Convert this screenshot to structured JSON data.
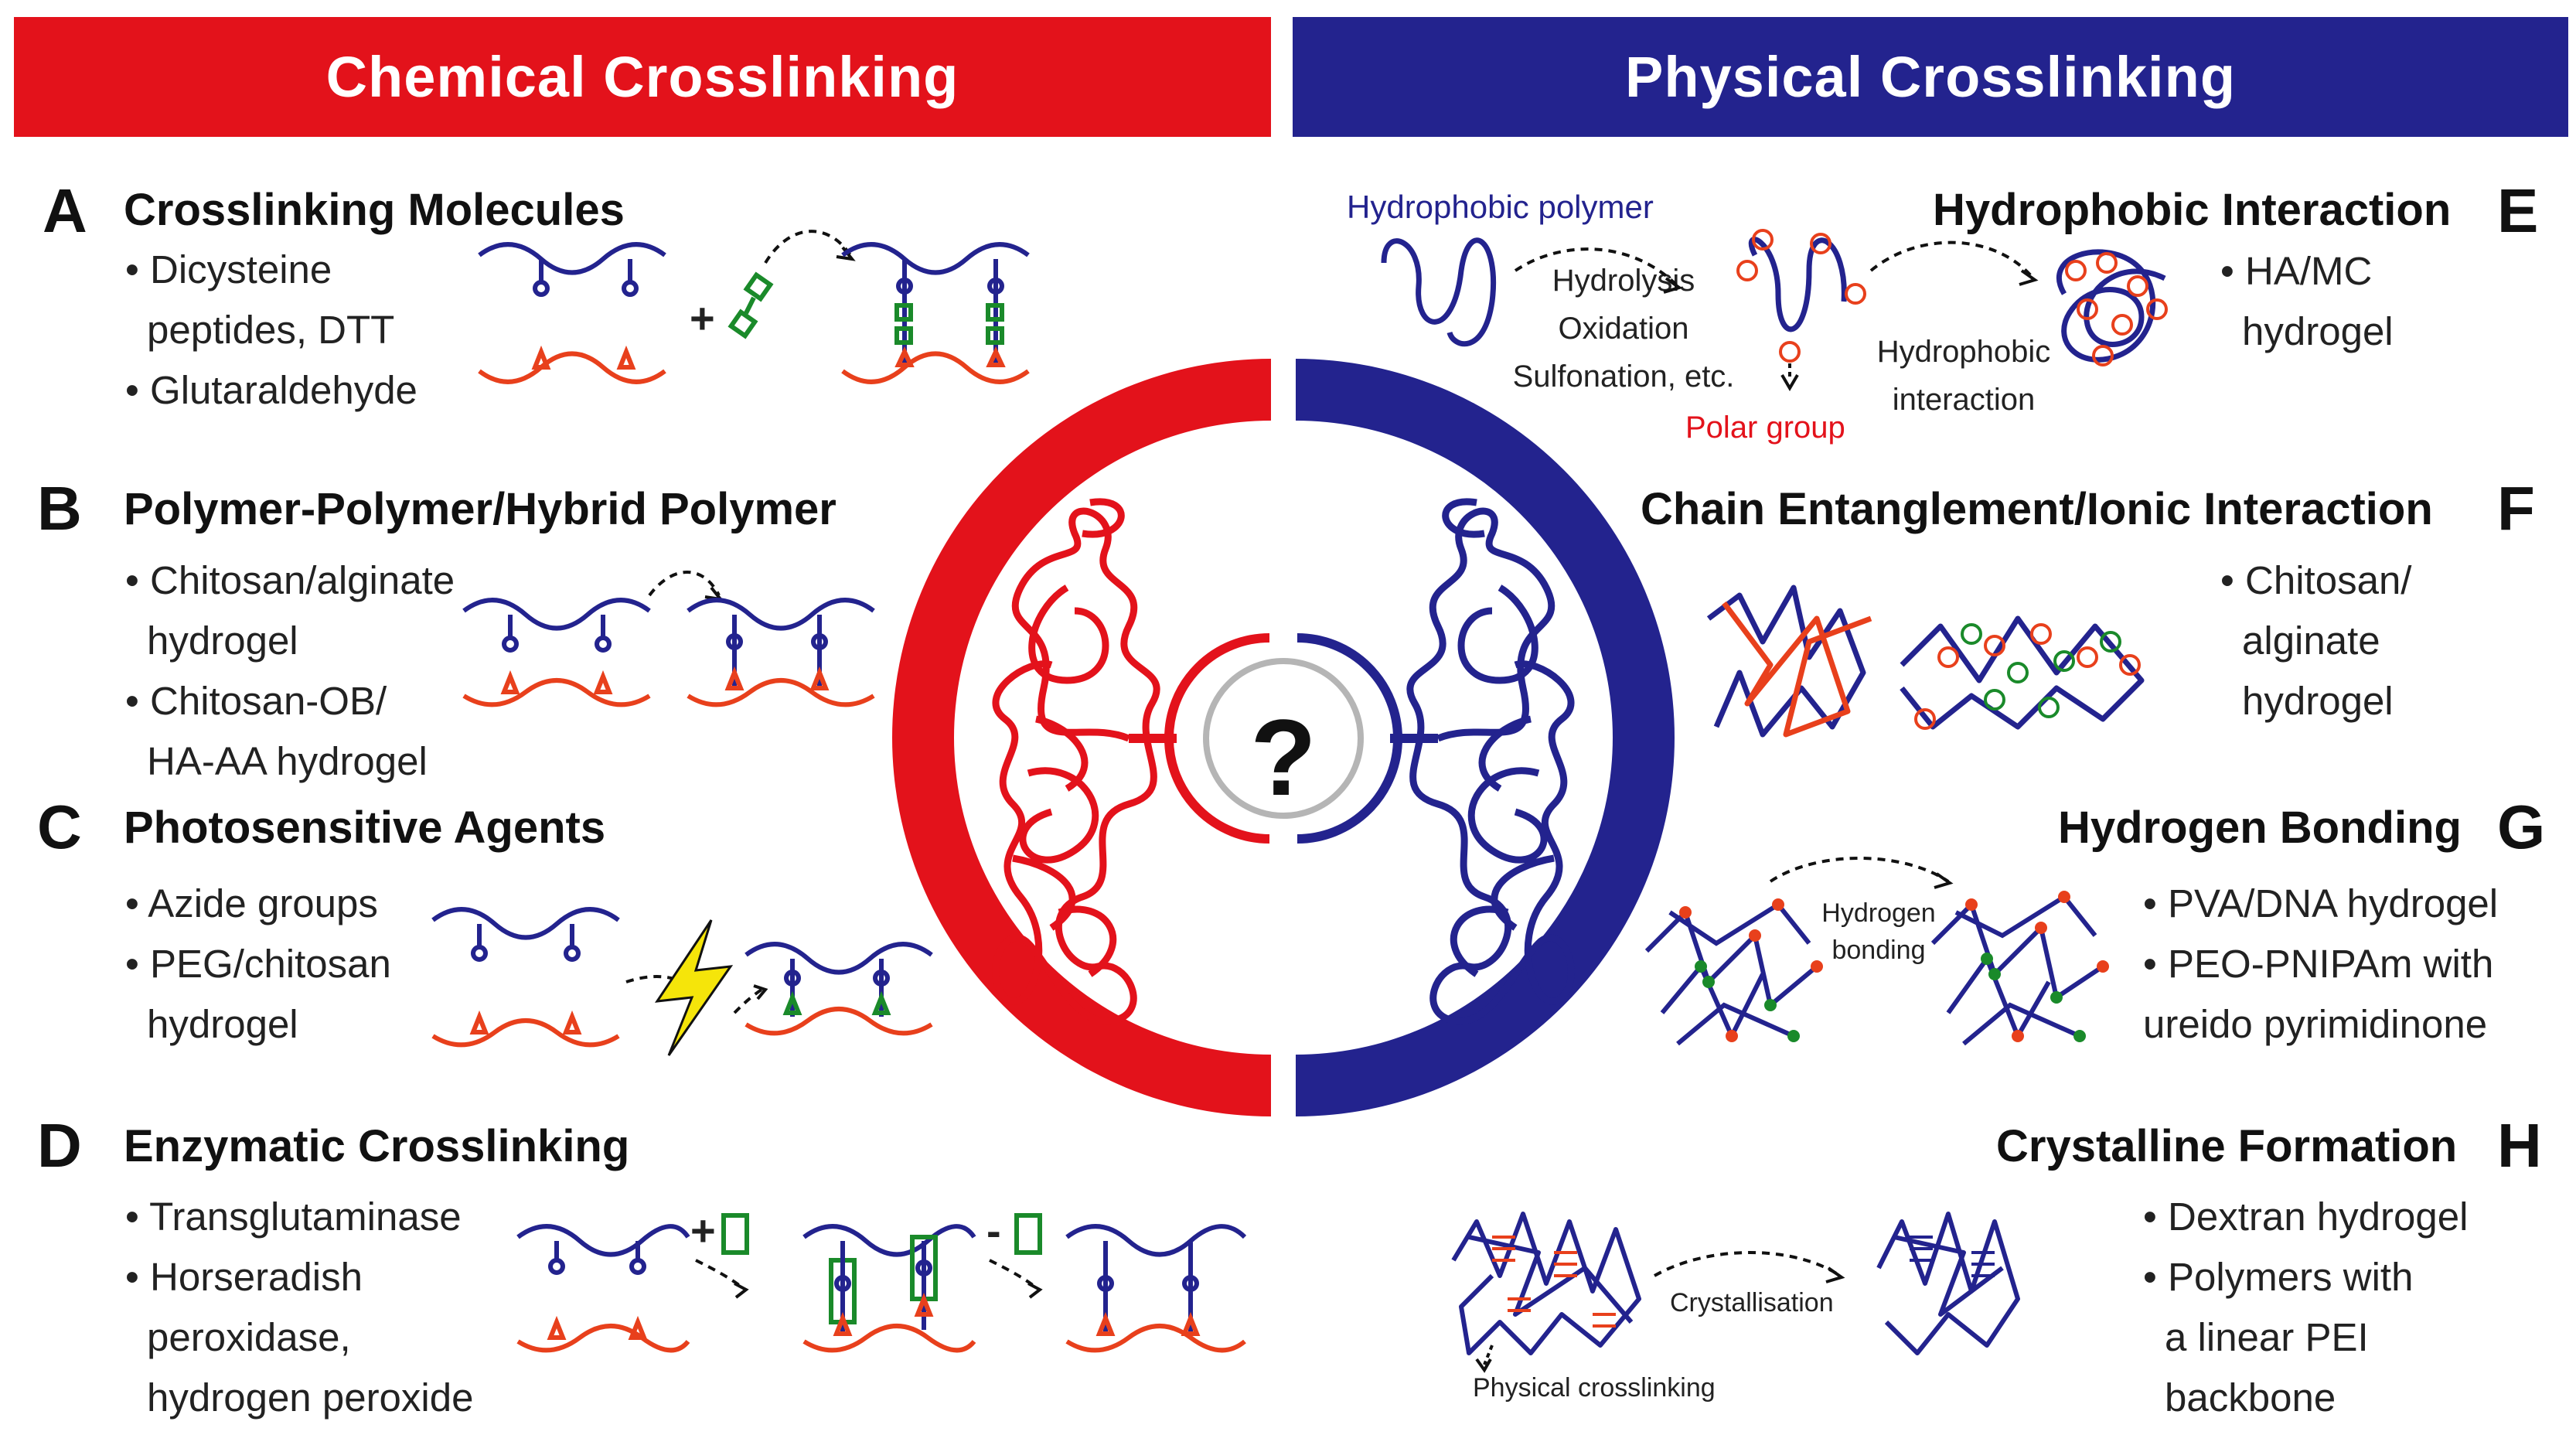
{
  "headers": {
    "left": "Chemical Crosslinking",
    "right": "Physical Crosslinking"
  },
  "center": {
    "question_mark": "?"
  },
  "panels": {
    "A": {
      "letter": "A",
      "title": "Crosslinking Molecules",
      "items": [
        "• Dicysteine",
        "peptides, DTT",
        "• Glutaraldehyde"
      ],
      "plus": "+"
    },
    "B": {
      "letter": "B",
      "title": "Polymer-Polymer/Hybrid Polymer",
      "items": [
        "• Chitosan/alginate",
        "hydrogel",
        "• Chitosan-OB/",
        "HA-AA hydrogel"
      ]
    },
    "C": {
      "letter": "C",
      "title": "Photosensitive Agents",
      "items": [
        "• Azide groups",
        "• PEG/chitosan",
        "hydrogel"
      ]
    },
    "D": {
      "letter": "D",
      "title": "Enzymatic Crosslinking",
      "items": [
        "• Transglutaminase",
        "• Horseradish",
        "peroxidase,",
        "hydrogen peroxide"
      ],
      "plus": "+",
      "minus": "-"
    },
    "E": {
      "letter": "E",
      "title": "Hydrophobic Interaction",
      "items": [
        "• HA/MC",
        "hydrogel"
      ],
      "label_polymer": "Hydrophobic polymer",
      "label_process": [
        "Hydrolysis",
        "Oxidation",
        "Sulfonation, etc."
      ],
      "label_polar": "Polar group",
      "label_interaction": [
        "Hydrophobic",
        "interaction"
      ]
    },
    "F": {
      "letter": "F",
      "title": "Chain Entanglement/Ionic Interaction",
      "items": [
        "• Chitosan/",
        "alginate",
        "hydrogel"
      ]
    },
    "G": {
      "letter": "G",
      "title": "Hydrogen Bonding",
      "items": [
        "• PVA/DNA hydrogel",
        "• PEO-PNIPAm with",
        "ureido pyrimidinone"
      ],
      "label_bonding": [
        "Hydrogen",
        "bonding"
      ]
    },
    "H": {
      "letter": "H",
      "title": "Crystalline Formation",
      "items": [
        "• Dextran  hydrogel",
        "• Polymers with",
        "a linear PEI",
        "backbone"
      ],
      "label_cryst": "Crystallisation",
      "label_phys": "Physical crosslinking"
    }
  },
  "colors": {
    "chemical": "#e3121b",
    "physical": "#23238e",
    "crosslinker": "#1a8a2a",
    "background": "#ffffff"
  }
}
